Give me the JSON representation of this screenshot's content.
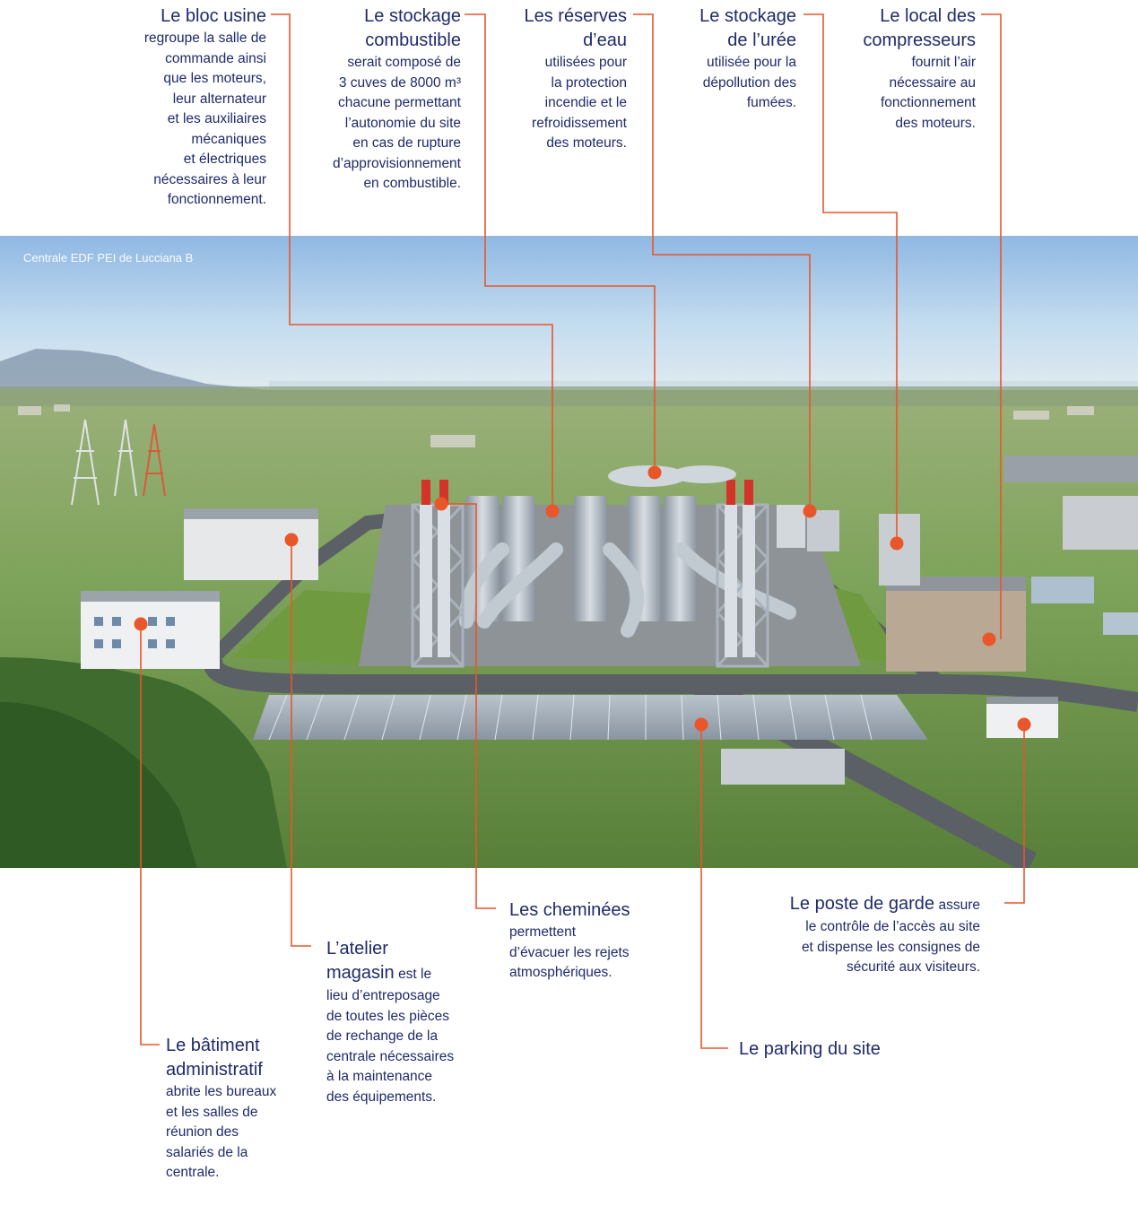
{
  "photo": {
    "caption": "Centrale EDF PEI de Lucciana B"
  },
  "accent_color": "#e8562a",
  "text_color": "#1f2a6b",
  "labels": {
    "bloc_usine": {
      "title": "Le bloc usine",
      "lines": [
        "regroupe la salle de",
        "commande ainsi",
        "que les moteurs,",
        "leur alternateur",
        "et les auxiliaires",
        "mécaniques",
        "et électriques",
        "nécessaires à leur",
        "fonctionnement."
      ]
    },
    "stockage_combustible": {
      "title_lines": [
        "Le stockage",
        "combustible"
      ],
      "lines": [
        "serait composé de",
        "3 cuves de 8000 m³",
        "chacune permettant",
        "l’autonomie du site",
        "en cas de rupture",
        "d’approvisionnement",
        "en combustible."
      ]
    },
    "reserves_eau": {
      "title_lines": [
        "Les réserves",
        "d’eau"
      ],
      "lines": [
        "utilisées pour",
        "la protection",
        "incendie et le",
        "refroidissement",
        "des moteurs."
      ]
    },
    "stockage_uree": {
      "title_lines": [
        "Le stockage",
        "de l’urée"
      ],
      "lines": [
        "utilisée pour la",
        "dépollution des",
        "fumées."
      ]
    },
    "local_compresseurs": {
      "title_lines": [
        "Le local des",
        "compresseurs"
      ],
      "lines": [
        "fournit l’air",
        "nécessaire au",
        "fonctionnement",
        "des moteurs."
      ]
    },
    "cheminees": {
      "title": "Les cheminées",
      "lines": [
        "permettent",
        "d’évacuer les rejets",
        "atmosphériques."
      ]
    },
    "poste_garde": {
      "title": "Le poste de garde",
      "first_line_rest": "assure",
      "lines": [
        "le contrôle de l’accès au site",
        "et dispense les consignes de",
        "sécurité aux visiteurs."
      ]
    },
    "atelier_magasin": {
      "title_lines": [
        "L’atelier"
      ],
      "title_last": "magasin",
      "first_line_rest": "est le",
      "lines": [
        "lieu d’entreposage",
        "de toutes les pièces",
        "de rechange de la",
        "centrale nécessaires",
        "à la maintenance",
        "des équipements."
      ]
    },
    "parking": {
      "title": "Le parking du site"
    },
    "batiment_admin": {
      "title_lines": [
        "Le bâtiment",
        "administratif"
      ],
      "lines": [
        "abrite les bureaux",
        "et les salles de",
        "réunion des",
        "salariés de la",
        "centrale."
      ]
    }
  }
}
